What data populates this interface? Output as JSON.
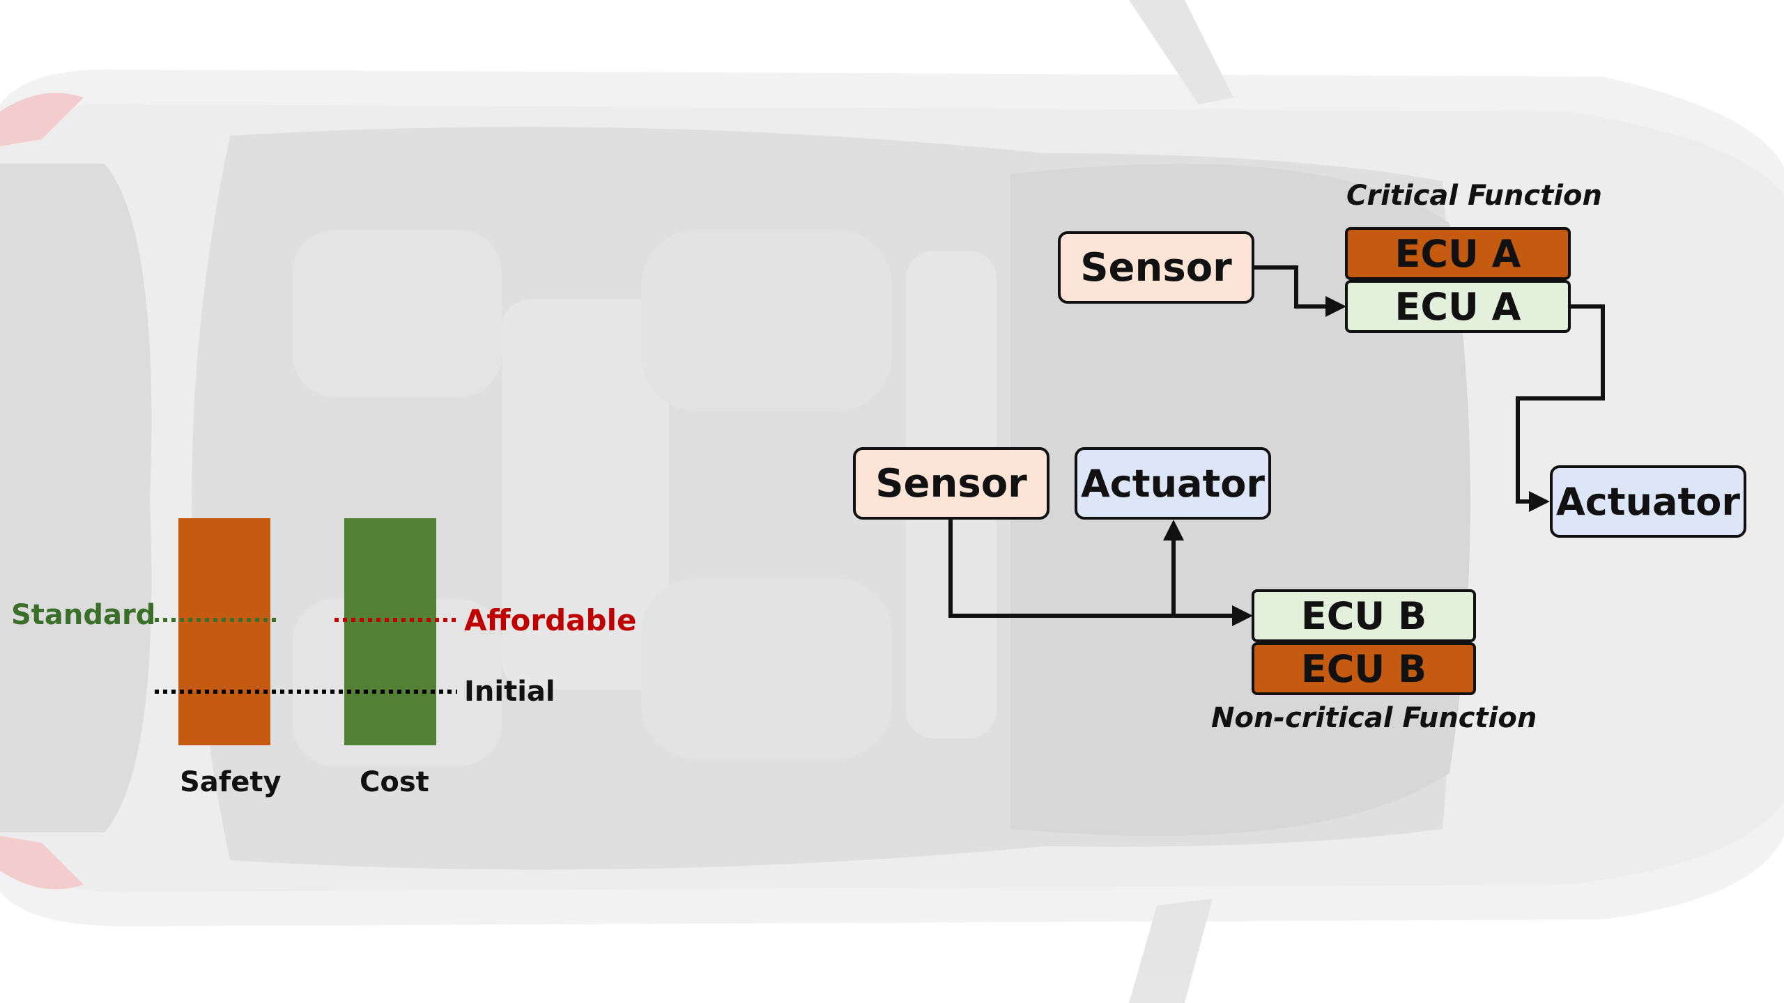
{
  "colors": {
    "safety_bar": "#c55a11",
    "cost_bar": "#538135",
    "standard_line": "#3a6f2a",
    "affordable_line": "#c00000",
    "initial_line": "#000000",
    "sensor_fill": "#fce5d6",
    "actuator_fill": "#dde6f6",
    "ecu_light_fill": "#e3f1dc",
    "ecu_dark_fill": "#c55a11"
  },
  "critical": {
    "caption": "Critical Function",
    "sensor": "Sensor",
    "ecu_top": "ECU A",
    "ecu_bottom": "ECU A",
    "actuator": "Actuator"
  },
  "noncritical": {
    "caption": "Non-critical Function",
    "sensor": "Sensor",
    "actuator": "Actuator",
    "ecu_top": "ECU B",
    "ecu_bottom": "ECU B"
  },
  "chart_data": {
    "type": "bar",
    "categories": [
      "Safety",
      "Cost"
    ],
    "reference_lines": [
      {
        "label": "Standard",
        "applies_to": "Safety",
        "color": "#3a6f2a",
        "style": "dotted"
      },
      {
        "label": "Affordable",
        "applies_to": "Cost",
        "color": "#c00000",
        "style": "dotted"
      },
      {
        "label": "Initial",
        "applies_to": "Safety, Cost",
        "color": "#000000",
        "style": "dotted"
      }
    ],
    "bar_colors": [
      "#c55a11",
      "#538135"
    ]
  }
}
